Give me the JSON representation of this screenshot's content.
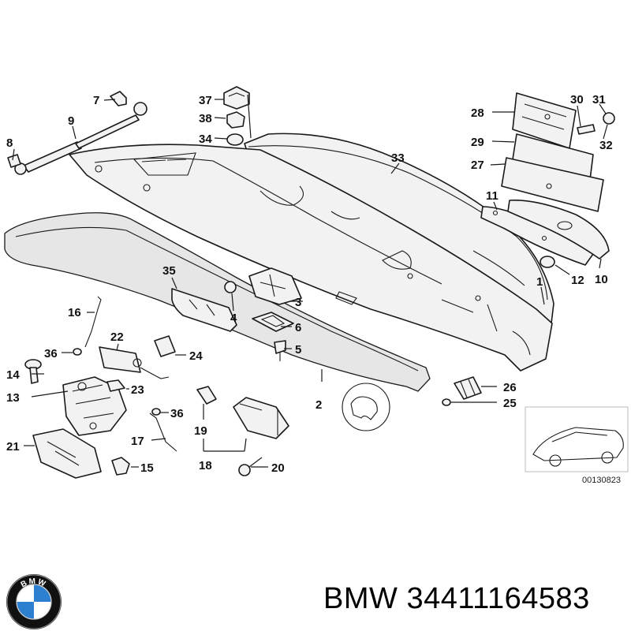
{
  "diagram": {
    "callouts": {
      "c1": "1",
      "c2": "2",
      "c3": "3",
      "c4": "4",
      "c5": "5",
      "c6": "6",
      "c7": "7",
      "c8": "8",
      "c9": "9",
      "c10": "10",
      "c11": "11",
      "c12": "12",
      "c13": "13",
      "c14": "14",
      "c15": "15",
      "c16": "16",
      "c17": "17",
      "c18": "18",
      "c19": "19",
      "c20": "20",
      "c21": "21",
      "c22": "22",
      "c23": "23",
      "c24": "24",
      "c25": "25",
      "c26": "26",
      "c27": "27",
      "c28": "28",
      "c29": "29",
      "c30": "30",
      "c31": "31",
      "c32": "32",
      "c33": "33",
      "c34": "34",
      "c35": "35",
      "c36a": "36",
      "c36b": "36",
      "c37": "37",
      "c38": "38"
    },
    "reference_code": "00130823"
  },
  "footer": {
    "brand": "BMW",
    "part_number": "34411164583",
    "logo_text": "BMW"
  },
  "colors": {
    "line": "#1a1a1a",
    "part_fill": "#f2f2f2",
    "logo_blue": "#2d7fd0",
    "logo_ring": "#111111"
  }
}
